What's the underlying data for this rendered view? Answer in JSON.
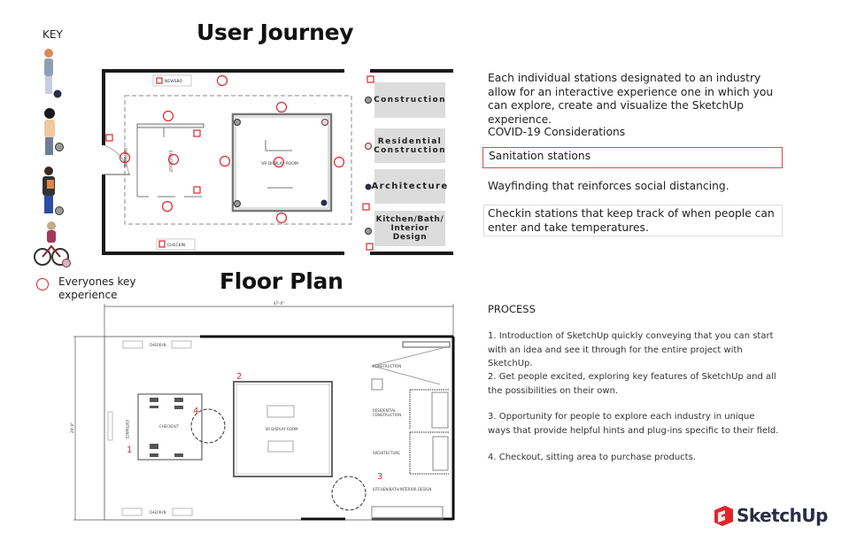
{
  "key": {
    "title": "KEY",
    "legend_label": "Everyones key experience",
    "persona_colors": [
      "#2a2d45",
      "#9a9a9a",
      "#9a9a9a",
      "#d8b4c4"
    ]
  },
  "user_journey": {
    "title": "User Journey",
    "labels": {
      "newsbo": "NEWSBO",
      "checkin": "CHECKIN",
      "checkout": "CHECKOUT",
      "entrance": "ENTRANCE",
      "vr_room": "VR DISPLAY ROOM"
    },
    "stations": [
      {
        "label": "Construction",
        "dot_color": "#9a9a9a"
      },
      {
        "label": "Residential Construction",
        "dot_color": "#d8b4c4"
      },
      {
        "label": "Architecture",
        "dot_color": "#2a2d45"
      },
      {
        "label": "Kitchen/Bath/ Interior Design",
        "dot_color": "#9a9a9a"
      }
    ],
    "accent_color": "#e0262b"
  },
  "floor_plan": {
    "title": "Floor Plan",
    "dimension_width": "47'-0\"",
    "dimension_height": "29'-0\"",
    "labels": {
      "checkin_top": "CHECK-IN",
      "checkin_bottom": "CHECK-IN",
      "entrance": "ENTRANCE",
      "checkout": "CHECKOUT",
      "vr_room": "VR DISPLAY ROOM",
      "construction": "CONSTRUCTION",
      "residential": "RESIDENTIAL",
      "residential2": "CONSTRUCTION",
      "architecture": "ARCHITECTURE",
      "kitchen": "KITCHEN/BATH/INTERIOR DESIGN"
    },
    "markers": [
      "1",
      "2",
      "3",
      "4"
    ]
  },
  "description": {
    "intro": "Each individual stations designated to an industry allow for an interactive experience one in which you can explore, create and visualize the SketchUp experience.",
    "covid_heading": "COVID-19 Considerations",
    "sanitation": "Sanitation stations",
    "wayfinding": "Wayfinding that reinforces social distancing.",
    "checkin": "Checkin stations that keep track of when people can enter and take temperatures."
  },
  "process": {
    "heading": "PROCESS",
    "items": [
      "1. Introduction of SketchUp quickly conveying that you can start with an idea and see it through for the entire project with SketchUp.",
      "2. Get people excited, exploring key features of SketchUp  and all the possibilities on their own.",
      "3. Opportunity for people to explore each industry in unique ways that provide helpful hints and plug-ins specific to their field.",
      "4. Checkout, sitting area to purchase products."
    ]
  },
  "logo": {
    "text": "SketchUp",
    "color": "#e0262b"
  }
}
